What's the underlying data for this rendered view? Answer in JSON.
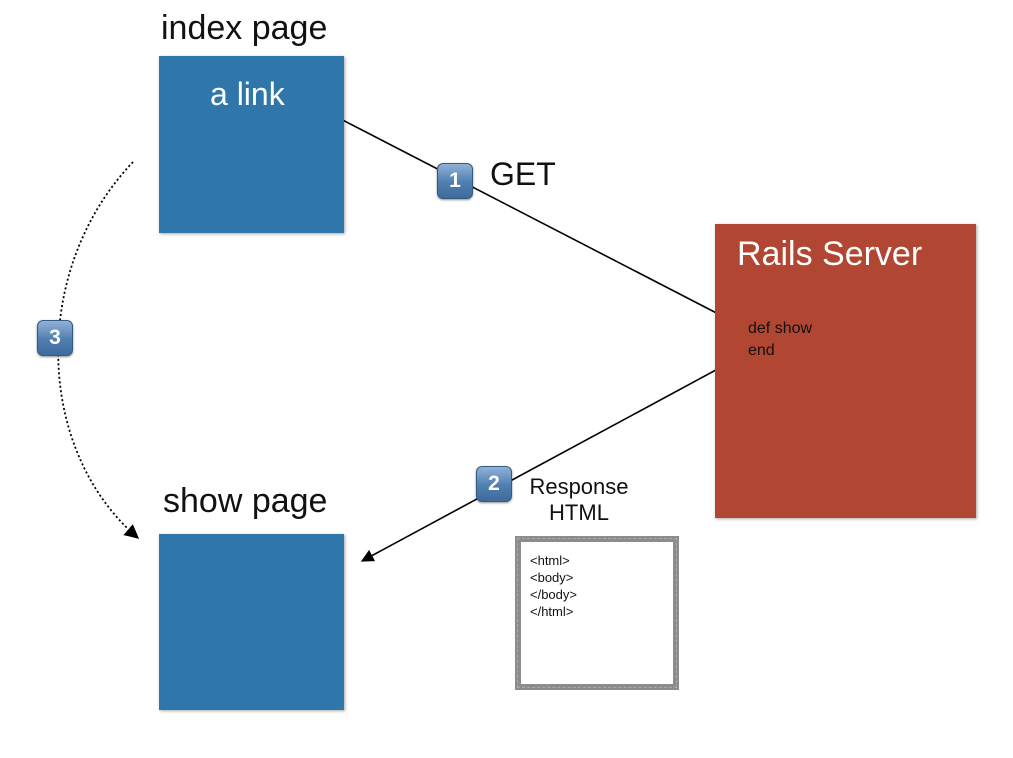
{
  "index_page": {
    "title": "index page",
    "link_label": "a link"
  },
  "show_page": {
    "title": "show page"
  },
  "server": {
    "title": "Rails Server",
    "code": [
      "def show",
      "end"
    ]
  },
  "steps": [
    {
      "number": "1",
      "label": "GET"
    },
    {
      "number": "2",
      "label_lines": [
        "Response",
        "HTML"
      ]
    },
    {
      "number": "3"
    }
  ],
  "html_doc": {
    "lines": [
      "<html>",
      "<body>",
      "</body>",
      "</html>"
    ]
  },
  "colors": {
    "page_box": "#2f77ab",
    "server_box": "#b14632",
    "badge": "#4f7eb0",
    "arrow": "#000000",
    "html_border": "#8c8c8c"
  }
}
